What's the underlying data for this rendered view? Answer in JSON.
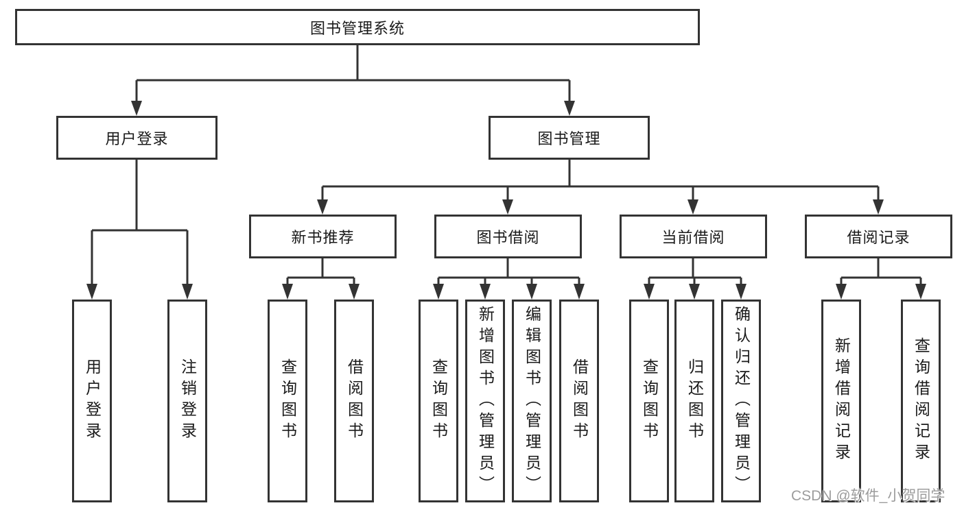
{
  "tree": {
    "label": "图书管理系统",
    "children": [
      {
        "label": "用户登录",
        "children": [
          {
            "label": "用户登录"
          },
          {
            "label": "注销登录"
          }
        ]
      },
      {
        "label": "图书管理",
        "children": [
          {
            "label": "新书推荐",
            "children": [
              {
                "label": "查询图书"
              },
              {
                "label": "借阅图书"
              }
            ]
          },
          {
            "label": "图书借阅",
            "children": [
              {
                "label": "查询图书"
              },
              {
                "label": "新增图书（管理员）"
              },
              {
                "label": "编辑图书（管理员）"
              },
              {
                "label": "借阅图书"
              }
            ]
          },
          {
            "label": "当前借阅",
            "children": [
              {
                "label": "查询图书"
              },
              {
                "label": "归还图书"
              },
              {
                "label": "确认归还（管理员）"
              }
            ]
          },
          {
            "label": "借阅记录",
            "children": [
              {
                "label": "新增借阅记录"
              },
              {
                "label": "查询借阅记录"
              }
            ]
          }
        ]
      }
    ]
  },
  "watermark": "CSDN @软件_小贺同学",
  "colors": {
    "line": "#333333",
    "box_border": "#333333",
    "text": "#1a1a1a",
    "background": "#ffffff",
    "watermark": "#9c9c9c"
  }
}
